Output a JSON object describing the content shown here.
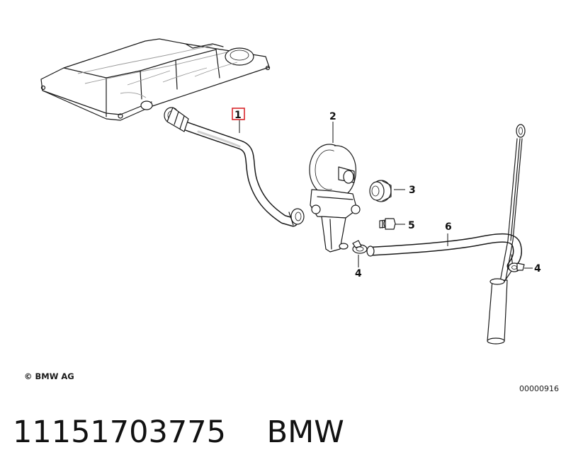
{
  "callouts": [
    {
      "id": "1",
      "label": "1",
      "highlighted": true
    },
    {
      "id": "2",
      "label": "2"
    },
    {
      "id": "3",
      "label": "3"
    },
    {
      "id": "4a",
      "label": "4"
    },
    {
      "id": "4b",
      "label": "4"
    },
    {
      "id": "5",
      "label": "5"
    },
    {
      "id": "6",
      "label": "6"
    }
  ],
  "copyright": "© BMW AG",
  "diagram_code": "00000916",
  "footer": {
    "part_number": "11151703775",
    "brand": "BMW"
  },
  "colors": {
    "highlight": "#d9262b",
    "line": "#1a1a1a"
  }
}
